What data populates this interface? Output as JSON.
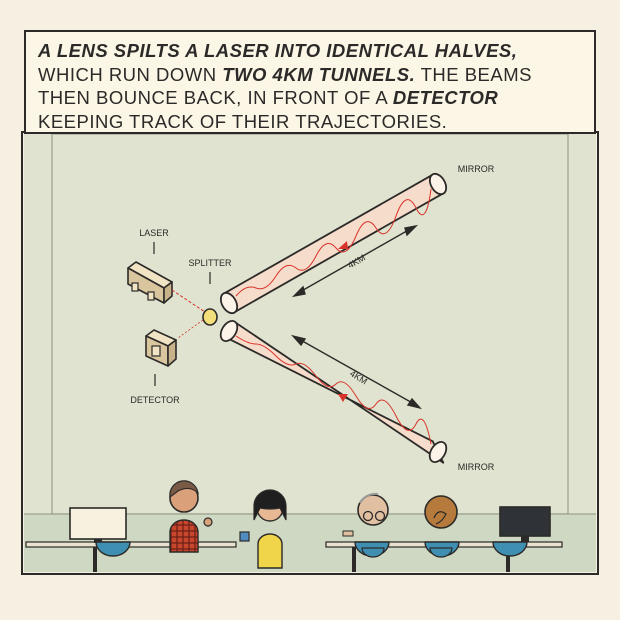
{
  "caption": {
    "line1_bold": "A LENS SPILTS A LASER INTO IDENTICAL HALVES,",
    "line2_pre": "WHICH RUN DOWN ",
    "line2_bold": "TWO 4KM TUNNELS.",
    "line2_post": " THE BEAMS",
    "line3_pre": "THEN BOUNCE BACK, IN FRONT OF A ",
    "line3_bold": "DETECTOR",
    "line4": "KEEPING TRACK OF THEIR TRAJECTORIES."
  },
  "diagram": {
    "laser_label": "LASER",
    "splitter_label": "SPLITTER",
    "detector_label": "DETECTOR",
    "mirror_top_label": "MIRROR",
    "mirror_bottom_label": "MIRROR",
    "arm_top_length": "4KM",
    "arm_bottom_length": "4KM"
  },
  "colors": {
    "background": "#f5f0e2",
    "wall": "#dfe3cf",
    "tunnel_fill": "#f6dccb",
    "beam": "#d8332a",
    "splitter": "#f3e07a",
    "outline": "#2c2a28",
    "desk_blue": "#3f8fb3"
  }
}
